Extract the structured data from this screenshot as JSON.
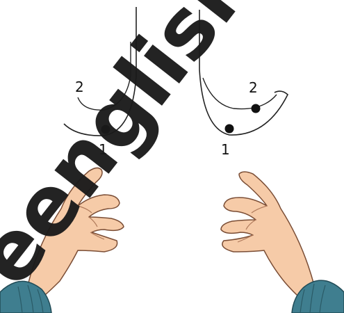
{
  "left_figure": {
    "point_1_label": "1",
    "point_2_label": "2"
  },
  "right_figure": {
    "point_1_label": "1",
    "point_2_label": "2"
  },
  "watermark": {
    "text": "eenglish.com",
    "color": "#1a1a1a"
  },
  "colors": {
    "skin": "#f6cba8",
    "skin_shadow": "#e6a98a",
    "sleeve": "#3f7e8f",
    "line": "#222222"
  }
}
